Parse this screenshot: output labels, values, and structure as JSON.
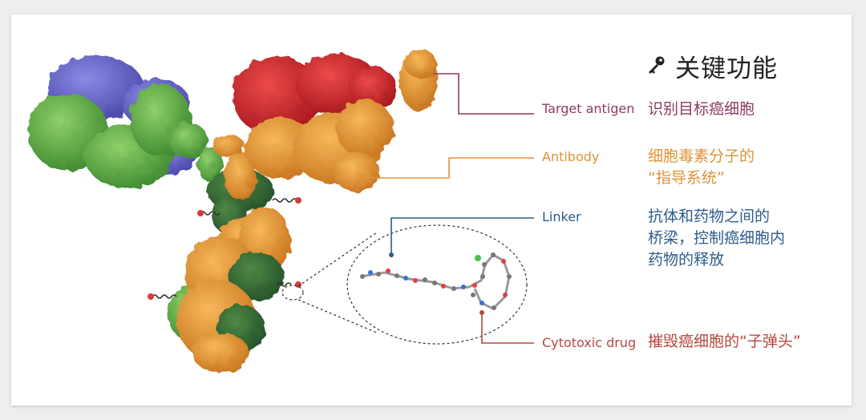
{
  "colors": {
    "target_antigen": "#8e3a64",
    "antibody": "#e09236",
    "linker": "#2d5c8c",
    "cytotoxic_drug": "#b5473f"
  },
  "heading": {
    "icon": "key-icon",
    "text": "关键功能"
  },
  "components": [
    {
      "label": "Target antigen",
      "description": [
        "识别目标癌细胞"
      ]
    },
    {
      "label": "Antibody",
      "description": [
        "细胞毒素分子的",
        "“指导系统”"
      ]
    },
    {
      "label": "Linker",
      "description": [
        "抗体和药物之间的",
        "桥梁，控制癌细胞内",
        "药物的释放"
      ]
    },
    {
      "label": "Cytotoxic drug",
      "description": [
        "摧毁癌细胞的“子弹头”"
      ]
    }
  ]
}
